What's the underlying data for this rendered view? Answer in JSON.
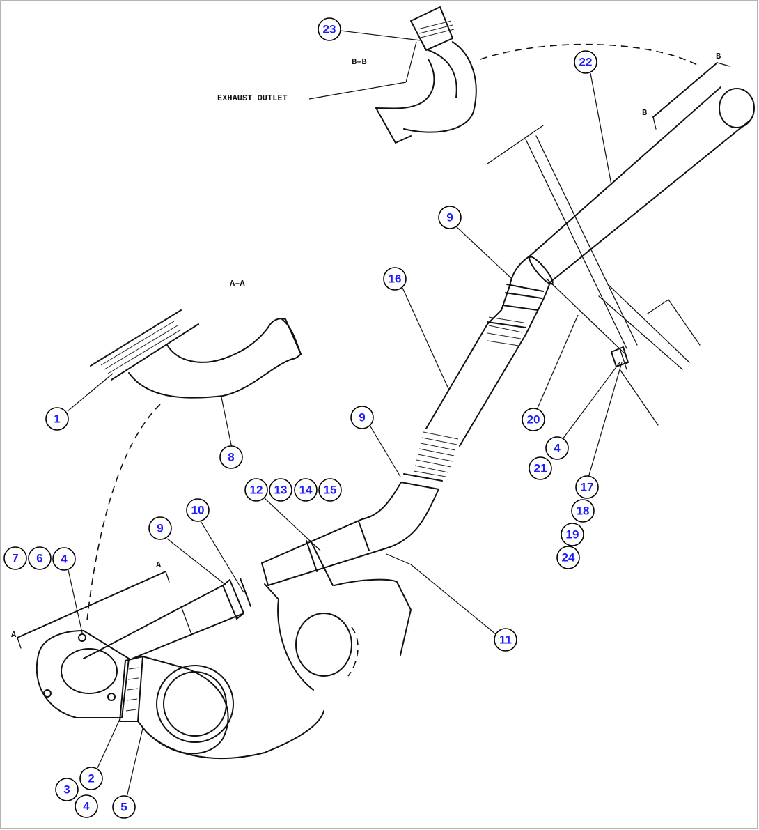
{
  "labels": {
    "section_bb": "B–B",
    "section_aa": "A–A",
    "exhaust_outlet": "EXHAUST OUTLET",
    "marker_b": "B",
    "marker_a": "A"
  },
  "callouts": [
    "23",
    "22",
    "9",
    "16",
    "1",
    "8",
    "9",
    "20",
    "4",
    "21",
    "17",
    "18",
    "19",
    "24",
    "12",
    "13",
    "14",
    "15",
    "10",
    "9",
    "7",
    "6",
    "4",
    "11",
    "2",
    "3",
    "4",
    "5"
  ]
}
